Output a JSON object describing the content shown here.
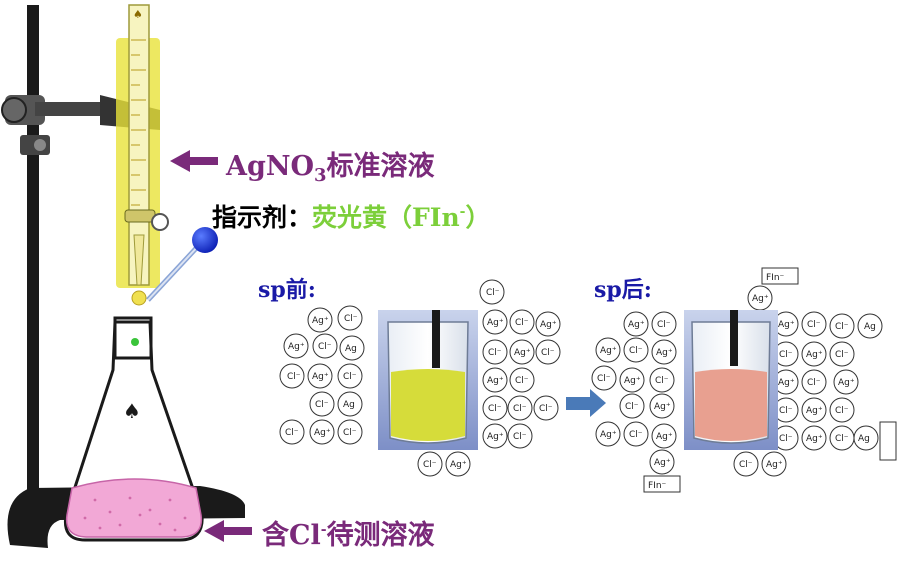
{
  "labels": {
    "titrant_main": "AgNO",
    "titrant_sub": "3",
    "titrant_rest": "标准溶液",
    "indicator_prefix": "指示剂：",
    "indicator_name": "荧光黄（FIn",
    "indicator_sup": "-",
    "indicator_close": "）",
    "sample_prefix": "含Cl",
    "sample_sup": "-",
    "sample_rest": "待测溶液",
    "before_sp": "sp前:",
    "after_sp": "sp后:"
  },
  "ions": {
    "cl": "Cl⁻",
    "ag": "Ag⁺",
    "ag_plain": "Ag",
    "fin": "FIn⁻"
  },
  "colors": {
    "arrow_purple": "#7a2a7a",
    "label_blue": "#1a1aa6",
    "indicator_green": "#7ccf3a",
    "burette_yellow": "#e8e23a",
    "before_solution": "#d6dc3a",
    "after_solution": "#e8a090",
    "flask_liquid": "#f2a8d6",
    "transition_arrow": "#4a7ab8"
  }
}
